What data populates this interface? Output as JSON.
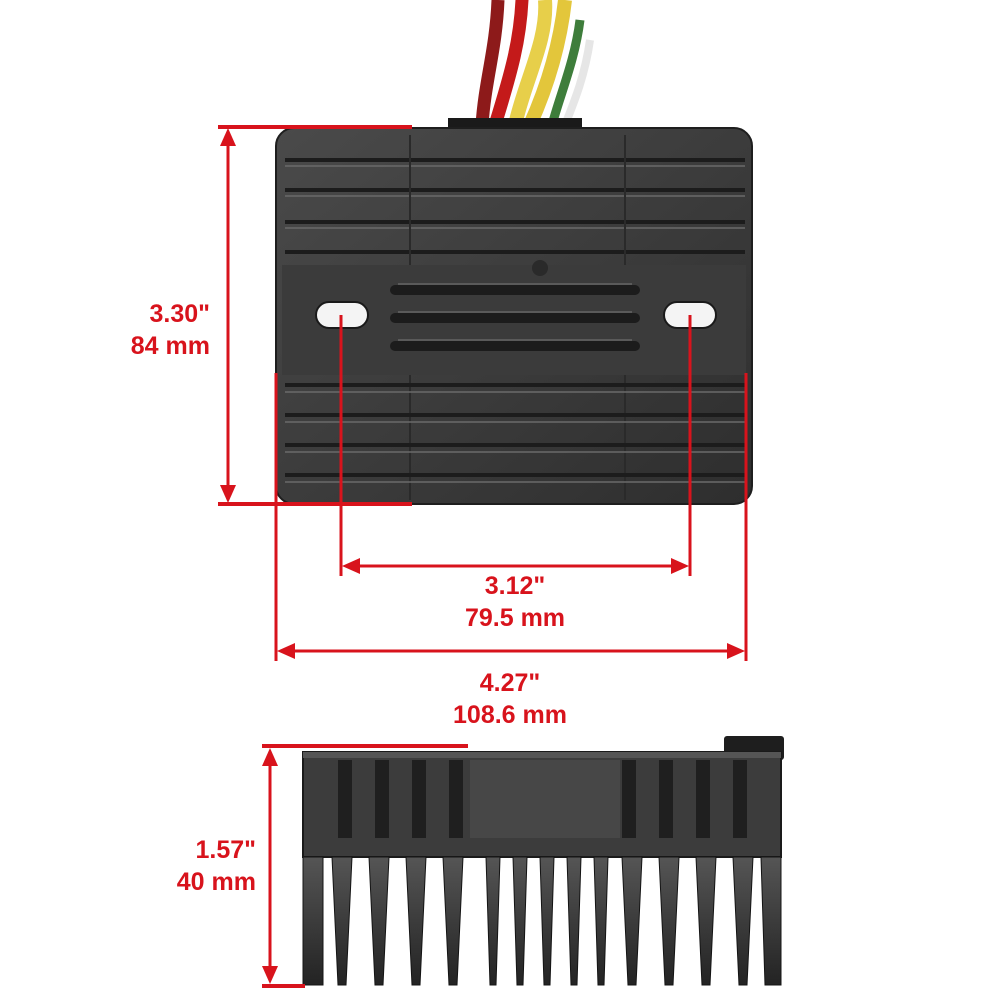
{
  "colors": {
    "dimension": "#d8131c",
    "body": "#3a3a3a",
    "fin": "#2a2a2a",
    "background": "#ffffff",
    "wires": [
      "#d8131c",
      "#8a1717",
      "#e8c93a",
      "#e8c93a",
      "#3a7a3a",
      "#e0e0e0"
    ]
  },
  "product": {
    "name": "voltage regulator rectifier",
    "views": [
      "top-view",
      "side-view"
    ]
  },
  "dimensions": {
    "height": {
      "inches": "3.30\"",
      "mm": "84 mm"
    },
    "hole_spacing": {
      "inches": "3.12\"",
      "mm": "79.5 mm"
    },
    "width": {
      "inches": "4.27\"",
      "mm": "108.6 mm"
    },
    "depth": {
      "inches": "1.57\"",
      "mm": "40 mm"
    }
  }
}
